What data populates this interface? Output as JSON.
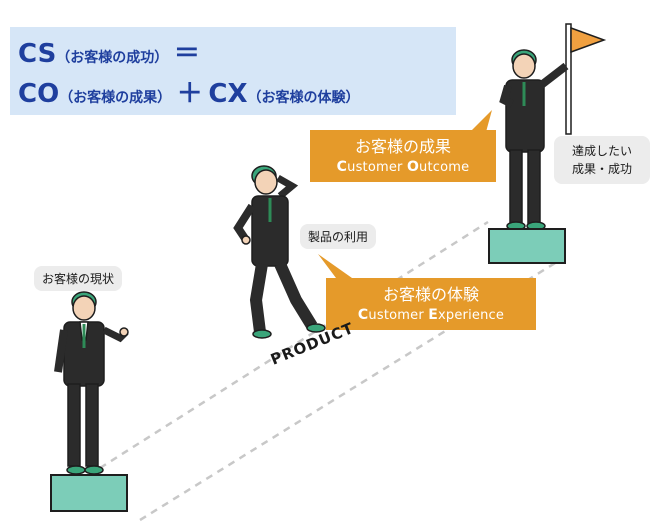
{
  "formula": {
    "cs": "CS",
    "cs_sub": "（お客様の成功）",
    "equals": "＝",
    "co": "CO",
    "co_sub": "（お客様の成果）",
    "plus": "＋",
    "cx": "CX",
    "cx_sub": "（お客様の体験）"
  },
  "labels": {
    "current_state": "お客様の現状",
    "product_use": "製品の利用",
    "goal_line1": "達成したい",
    "goal_line2": "成果・成功",
    "product": "PRODUCT"
  },
  "outcome_box": {
    "jp": "お客様の成果",
    "en_c": "C",
    "en_rest1": "ustomer ",
    "en_o": "O",
    "en_rest2": "utcome"
  },
  "experience_box": {
    "jp": "お客様の体験",
    "en_c": "C",
    "en_rest1": "ustomer ",
    "en_e": "E",
    "en_rest2": "xperience"
  },
  "colors": {
    "formula_bg": "#d6e6f7",
    "formula_text": "#1f3f9e",
    "orange": "#e59a2a",
    "pedestal": "#7ccdb8",
    "suit": "#2b2b2b",
    "hair": "#3aa57a",
    "skin": "#f3d3b7",
    "tie": "#2e8b57",
    "flag": "#f0a040"
  }
}
